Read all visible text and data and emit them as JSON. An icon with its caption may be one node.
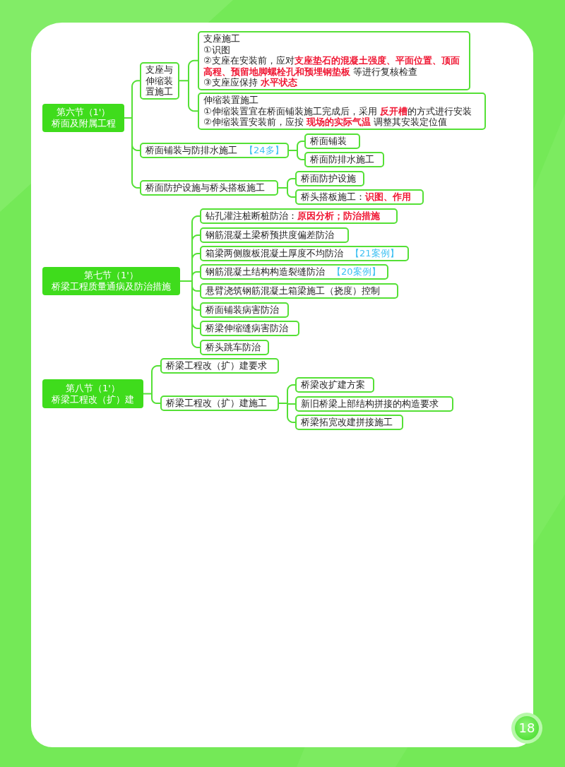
{
  "diagram": {
    "nodes": [
      {
        "text": [
          "第六节（1'）",
          "桥面及附属工程"
        ]
      },
      {
        "text": [
          "支座与伸缩装置施工"
        ]
      },
      {
        "text": [
          "支座施工",
          "①识图",
          "②支座在安装前，应对**支座垫石的混凝土强度、平面位置、顶面高程、预留地脚螺栓孔和预埋钢垫板** 等进行复核检查",
          "③支座应保持 **水平状态**"
        ]
      },
      {
        "text": [
          "伸缩装置施工",
          "①伸缩装置宜在桥面铺装施工完成后，采用 **反开槽**的方式进行安装",
          "②伸缩装置安装前，应按 **现场的实际气温** 调整其安装定位值"
        ]
      },
      {
        "text": [
          "桥面铺装与防排水施工",
          "【24多】"
        ]
      },
      {
        "text": [
          "桥面铺装"
        ]
      },
      {
        "text": [
          "桥面防排水施工"
        ]
      },
      {
        "text": [
          "桥面防护设施与桥头搭板施工"
        ]
      },
      {
        "text": [
          "桥面防护设施"
        ]
      },
      {
        "text": [
          "桥头搭板施工：**识图、作用**"
        ]
      },
      {
        "text": [
          "第七节（1'）",
          "桥梁工程质量通病及防治措施"
        ]
      },
      {
        "text": [
          "钻孔灌注桩断桩防治：**原因分析；防治措施**"
        ]
      },
      {
        "text": [
          "钢筋混凝土梁桥预拱度偏差防治"
        ]
      },
      {
        "text": [
          "箱梁两侧腹板混凝土厚度不均防治",
          "【21案例】"
        ]
      },
      {
        "text": [
          "钢筋混凝土结构构造裂缝防治",
          "【20案例】"
        ]
      },
      {
        "text": [
          "悬臂浇筑钢筋混凝土箱梁施工（挠度）控制"
        ]
      },
      {
        "text": [
          "桥面铺装病害防治"
        ]
      },
      {
        "text": [
          "桥梁伸缩缝病害防治"
        ]
      },
      {
        "text": [
          "桥头跳车防治"
        ]
      },
      {
        "text": [
          "第八节（1'）",
          "桥梁工程改（扩）建"
        ]
      },
      {
        "text": [
          "桥梁工程改（扩）建要求"
        ]
      },
      {
        "text": [
          "桥梁工程改（扩）建施工"
        ]
      },
      {
        "text": [
          "桥梁改扩建方案"
        ]
      },
      {
        "text": [
          "新旧桥梁上部结构拼接的构造要求"
        ]
      },
      {
        "text": [
          "桥梁拓宽改建拼接施工"
        ]
      }
    ],
    "edges": [
      {
        "from": 0,
        "to": 1,
        "arrow": "none"
      },
      {
        "from": 1,
        "to": 2,
        "arrow": "none"
      },
      {
        "from": 1,
        "to": 3,
        "arrow": "none"
      },
      {
        "from": 0,
        "to": 4,
        "arrow": "none"
      },
      {
        "from": 4,
        "to": 5,
        "arrow": "none"
      },
      {
        "from": 4,
        "to": 6,
        "arrow": "none"
      },
      {
        "from": 0,
        "to": 7,
        "arrow": "none"
      },
      {
        "from": 7,
        "to": 8,
        "arrow": "none"
      },
      {
        "from": 7,
        "to": 9,
        "arrow": "none"
      },
      {
        "from": 10,
        "to": 11,
        "arrow": "none"
      },
      {
        "from": 10,
        "to": 12,
        "arrow": "none"
      },
      {
        "from": 10,
        "to": 13,
        "arrow": "none"
      },
      {
        "from": 10,
        "to": 14,
        "arrow": "none"
      },
      {
        "from": 10,
        "to": 15,
        "arrow": "none"
      },
      {
        "from": 10,
        "to": 16,
        "arrow": "none"
      },
      {
        "from": 10,
        "to": 17,
        "arrow": "none"
      },
      {
        "from": 10,
        "to": 18,
        "arrow": "none"
      },
      {
        "from": 19,
        "to": 20,
        "arrow": "none"
      },
      {
        "from": 19,
        "to": 21,
        "arrow": "none"
      },
      {
        "from": 21,
        "to": 22,
        "arrow": "none"
      },
      {
        "from": 21,
        "to": 23,
        "arrow": "none"
      },
      {
        "from": 21,
        "to": 24,
        "arrow": "none"
      }
    ],
    "labels": [
      "18"
    ]
  }
}
